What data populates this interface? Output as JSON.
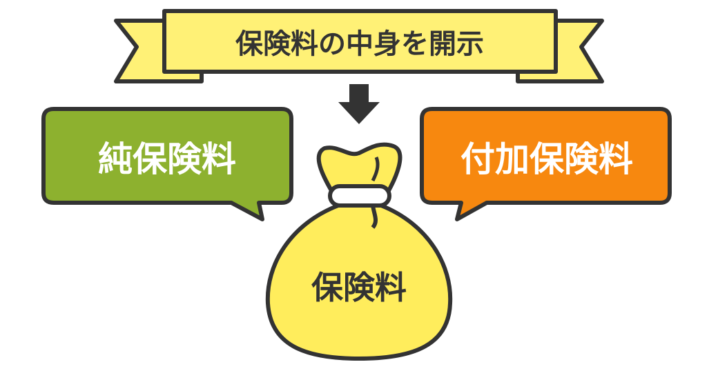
{
  "banner": {
    "title": "保険料の中身を開示"
  },
  "left_bubble": {
    "label": "純保険料"
  },
  "right_bubble": {
    "label": "付加保険料"
  },
  "bag": {
    "label": "保険料"
  },
  "colors": {
    "banner": "#fff176",
    "bag": "#ffed5c",
    "pure_premium": "#8db12f",
    "loading_premium": "#f7880f",
    "stroke": "#333333"
  }
}
